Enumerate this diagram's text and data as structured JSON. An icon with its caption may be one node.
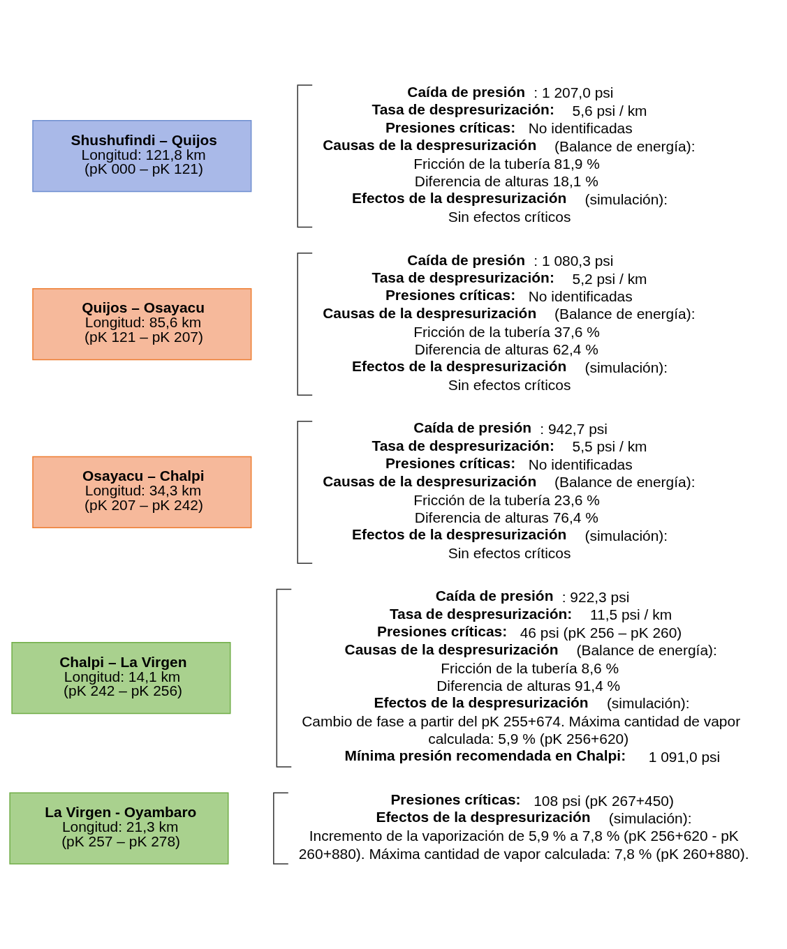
{
  "diagram": {
    "nodes": [
      {
        "text": [
          "Shushufindi – Quijos",
          "Longitud: 121,8 km",
          "(pK 000 – pK 121)"
        ],
        "beside": [
          "**Caída de presión**: 1 207,0 psi",
          "**Tasa de despresurización:** 5,6 psi / km",
          "**Presiones críticas:** No identificadas",
          "**Causas de la despresurización** (Balance de energía):",
          "Fricción de la tubería 81,9 %",
          "Diferencia de alturas 18,1 %",
          "**Efectos de la despresurización** (simulación):",
          "Sin efectos críticos"
        ]
      },
      {
        "text": [
          "Quijos – Osayacu",
          "Longitud: 85,6 km",
          "(pK 121 – pK 207)"
        ],
        "beside": [
          "**Caída de presión**: 1 080,3 psi",
          "**Tasa de despresurización:** 5,2 psi / km",
          "**Presiones críticas:** No identificadas",
          "**Causas de la despresurización** (Balance de energía):",
          "Fricción de la tubería 37,6 %",
          "Diferencia de alturas 62,4 %",
          "**Efectos de la despresurización** (simulación):",
          "Sin efectos críticos"
        ]
      },
      {
        "text": [
          "Osayacu – Chalpi",
          "Longitud: 34,3 km",
          "(pK 207 – pK 242)"
        ],
        "beside": [
          "**Caída de presión**: 942,7 psi",
          "**Tasa de despresurización:** 5,5 psi / km",
          "**Presiones críticas:** No identificadas",
          "**Causas de la despresurización** (Balance de energía):",
          "Fricción de la tubería 23,6 %",
          "Diferencia de alturas 76,4 %",
          "**Efectos de la despresurización** (simulación):",
          "Sin efectos críticos"
        ]
      },
      {
        "text": [
          "Chalpi – La Virgen",
          "Longitud: 14,1 km",
          "(pK 242 – pK 256)"
        ],
        "beside": [
          "**Caída de presión**: 922,3 psi",
          "**Tasa de despresurización:** 11,5 psi / km",
          "**Presiones críticas:** 46 psi (pK 256 – pK 260)",
          "**Causas de la despresurización** (Balance de energía):",
          "Fricción de la tubería 8,6 %",
          "Diferencia de alturas 91,4 %",
          "**Efectos de la despresurización** (simulación):",
          "Cambio de fase a partir del pK 255+674. Máxima cantidad de vapor calculada: 5,9 % (pK 256+620)",
          "**Mínima presión recomendada en Chalpi:** 1 091,0 psi"
        ]
      },
      {
        "text": [
          "La Virgen - Oyambaro",
          "Longitud: 21,3 km",
          "(pK 257 – pK 278)"
        ],
        "beside": [
          "**Presiones críticas:** 108 psi (pK 267+450)",
          "**Efectos de la despresurización** (simulación):",
          "Incremento de la vaporización de 5,9 % a 7,8 % (pK 256+620 - pK 260+880). Máxima cantidad de vapor calculada: 7,8 % (pK 260+880)."
        ]
      }
    ]
  }
}
